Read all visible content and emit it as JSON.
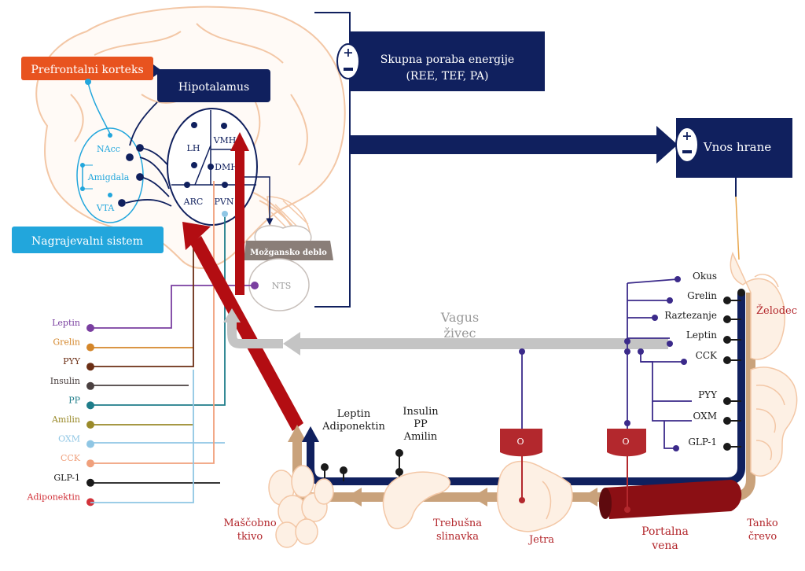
{
  "top_boxes": {
    "energy_line1": "Skupna poraba energije",
    "energy_line2": "(REE, TEF, PA)",
    "food": "Vnos hrane",
    "plusminus_plus": "±"
  },
  "brain": {
    "prefrontal": "Prefrontalni korteks",
    "hypothalamus": "Hipotalamus",
    "reward": "Nagrajevalni sistem",
    "brainstem": "Možgansko deblo",
    "nts": "NTS",
    "nuclei": {
      "lh": "LH",
      "vmh": "VMH",
      "dmh": "DMH",
      "arc": "ARC",
      "pvn": "PVN"
    },
    "reward_nuclei": {
      "nacc": "NAcc",
      "amygdala": "Amigdala",
      "vta": "VTA"
    }
  },
  "vagus": {
    "line1": "Vagus",
    "line2": "živec"
  },
  "hormones": [
    {
      "label": "Leptin",
      "color": "#7a3fa0"
    },
    {
      "label": "Grelin",
      "color": "#d4862a"
    },
    {
      "label": "PYY",
      "color": "#6b2e14"
    },
    {
      "label": "Insulin",
      "color": "#4a4040"
    },
    {
      "label": "PP",
      "color": "#1f7d8a"
    },
    {
      "label": "Amilin",
      "color": "#9a8a2a"
    },
    {
      "label": "OXM",
      "color": "#8fc6e4"
    },
    {
      "label": "CCK",
      "color": "#f0a07c"
    },
    {
      "label": "GLP-1",
      "color": "#1a1a1a"
    },
    {
      "label": "Adiponektin",
      "color": "#d2323a"
    }
  ],
  "gut_signals": [
    "Okus",
    "Grelin",
    "Raztezanje",
    "Leptin",
    "CCK",
    "PYY",
    "OXM",
    "GLP-1"
  ],
  "organs": {
    "fat_line1": "Maščobno",
    "fat_line2": "tkivo",
    "pancreas_line1": "Trebušna",
    "pancreas_line2": "slinavka",
    "liver": "Jetra",
    "portal_line1": "Portalna",
    "portal_line2": "vena",
    "stomach": "Želodec",
    "intestine_line1": "Tanko",
    "intestine_line2": "črevo"
  },
  "secretions": {
    "fat_line1": "Leptin",
    "fat_line2": "Adiponektin",
    "pancreas_line1": "Insulin",
    "pancreas_line2": "PP",
    "pancreas_line3": "Amilin"
  },
  "o_boxes": [
    "O",
    "O"
  ],
  "colors": {
    "navy": "#10205e",
    "orange_box": "#e8531f",
    "cyan_box": "#22a6dc",
    "brain_outline": "#f3c7a6",
    "dark_red": "#b30d12",
    "grey_arrow": "#c4c4c4",
    "tan": "#c9a27b",
    "purple": "#3b2a8a",
    "organ_red": "#b3282d"
  }
}
